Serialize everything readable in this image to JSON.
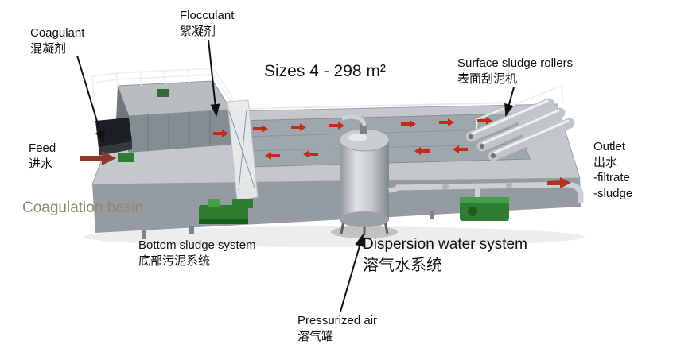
{
  "labels": {
    "coagulant": {
      "en": "Coagulant",
      "zh": "混凝剂"
    },
    "flocculant": {
      "en": "Flocculant",
      "zh": "絮凝剂"
    },
    "sizes": {
      "text": "Sizes 4 - 298 m²"
    },
    "surface_sludge_rollers": {
      "en": "Surface sludge rollers",
      "zh": "表面刮泥机"
    },
    "feed": {
      "en": "Feed",
      "zh": "进水"
    },
    "outlet": {
      "en": "Outlet",
      "zh": "出水",
      "filtrate": "-filtrate",
      "sludge": "-sludge"
    },
    "coagulation_basin": {
      "en": "Coagulation basin"
    },
    "bottom_sludge_system": {
      "en": "Bottom sludge system",
      "zh": "底部污泥系统"
    },
    "dispersion_water_system": {
      "en": "Dispersion water system",
      "zh": "溶气水系统"
    },
    "pressurized_air": {
      "en": "Pressurized air",
      "zh": "溶气罐"
    }
  },
  "colors": {
    "feed_arrow": "#8a3a28",
    "flow_arrow": "#c4291a",
    "equipment_green": "#2e7d32",
    "deck_gray": "#c3c8cb",
    "coagulation_basin_text": "#8b8b6f"
  }
}
